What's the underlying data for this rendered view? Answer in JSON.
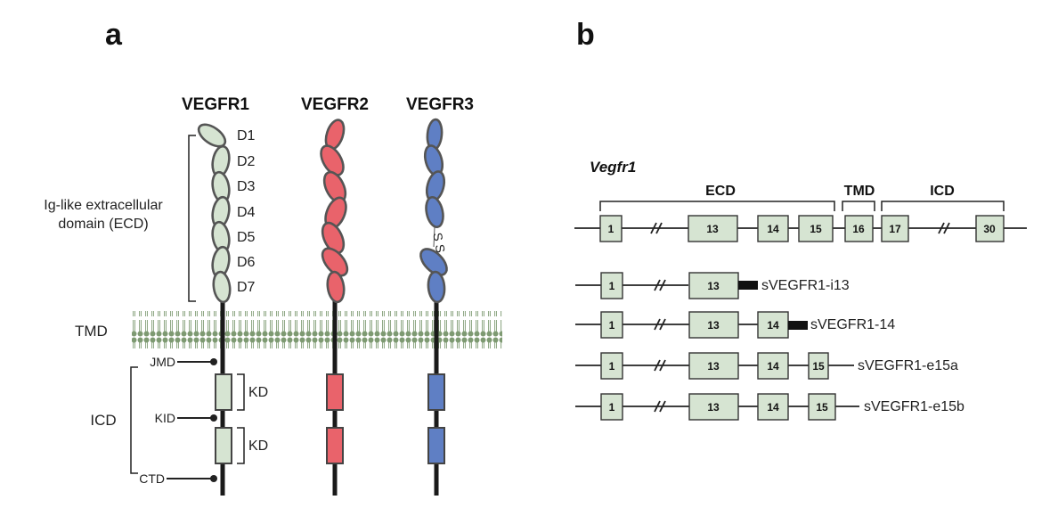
{
  "panels": {
    "a": "a",
    "b": "b"
  },
  "panel_a": {
    "receptors": [
      "VEGFR1",
      "VEGFR2",
      "VEGFR3"
    ],
    "domain_labels": [
      "D1",
      "D2",
      "D3",
      "D4",
      "D5",
      "D6",
      "D7"
    ],
    "ecd_label_line1": "Ig-like extracellular",
    "ecd_label_line2": "domain (ECD)",
    "tmd_label": "TMD",
    "icd_label": "ICD",
    "jmd_label": "JMD",
    "kid_label": "KID",
    "ctd_label": "CTD",
    "kd_label": "KD",
    "disulfide_label": "S S",
    "colors": {
      "vegfr1": "#d6e4d2",
      "vegfr2": "#e9636b",
      "vegfr3": "#5f7fc4",
      "membrane": "#7e9a72"
    }
  },
  "panel_b": {
    "gene": "Vegfr1",
    "regions": {
      "ecd": "ECD",
      "tmd": "TMD",
      "icd": "ICD"
    },
    "full_exons": [
      "1",
      "13",
      "14",
      "15",
      "16",
      "17",
      "30"
    ],
    "isoforms": [
      {
        "name": "sVEGFR1-i13",
        "exons": [
          "1",
          "13"
        ]
      },
      {
        "name": "sVEGFR1-14",
        "exons": [
          "1",
          "13",
          "14"
        ]
      },
      {
        "name": "sVEGFR1-e15a",
        "exons": [
          "1",
          "13",
          "14",
          "15"
        ]
      },
      {
        "name": "sVEGFR1-e15b",
        "exons": [
          "1",
          "13",
          "14",
          "15"
        ]
      }
    ]
  }
}
